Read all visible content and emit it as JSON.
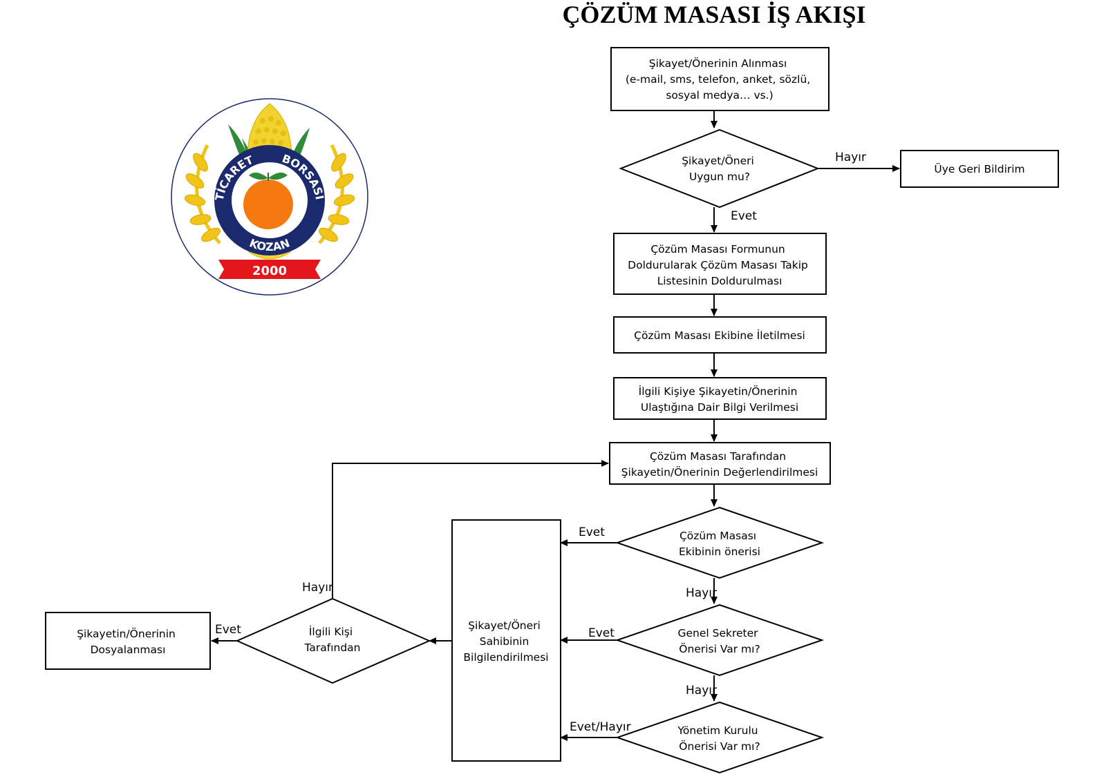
{
  "title": "ÇÖZÜM MASASI İŞ AKIŞI",
  "logo": {
    "left_arc": "TİCARET",
    "right_arc": "BORSASI",
    "bottom_arc": "KOZAN",
    "year": "2000",
    "colors": {
      "ring": "#1a2a6c",
      "fruit": "#f47a10",
      "corn": "#f2d22e",
      "wheat": "#f0c419",
      "leaf": "#2e8b3a",
      "ribbon": "#e3161b"
    }
  },
  "nodes": [
    {
      "id": "n1",
      "shape": "rect",
      "lines": [
        "Şikayet/Önerinin Alınması",
        "(e-mail, sms, telefon, anket, sözlü,",
        "sosyal medya… vs.)"
      ]
    },
    {
      "id": "n2",
      "shape": "diamond",
      "lines": [
        "Şikayet/Öneri",
        "Uygun mu?"
      ]
    },
    {
      "id": "n3",
      "shape": "rect",
      "lines": [
        "Üye Geri Bildirim"
      ]
    },
    {
      "id": "n4",
      "shape": "rect",
      "lines": [
        "Çözüm Masası Formunun",
        "Doldurularak Çözüm Masası Takip",
        "Listesinin Doldurulması"
      ]
    },
    {
      "id": "n5",
      "shape": "rect",
      "lines": [
        "Çözüm Masası Ekibine İletilmesi"
      ]
    },
    {
      "id": "n6",
      "shape": "rect",
      "lines": [
        "İlgili Kişiye Şikayetin/Önerinin",
        "Ulaştığına Dair Bilgi Verilmesi"
      ]
    },
    {
      "id": "n7",
      "shape": "rect",
      "lines": [
        "Çözüm Masası Tarafından",
        "Şikayetin/Önerinin Değerlendirilmesi"
      ]
    },
    {
      "id": "n8",
      "shape": "diamond",
      "lines": [
        "Çözüm Masası",
        "Ekibinin önerisi"
      ]
    },
    {
      "id": "n9",
      "shape": "diamond",
      "lines": [
        "Genel Sekreter",
        "Önerisi Var mı?"
      ]
    },
    {
      "id": "n10",
      "shape": "diamond",
      "lines": [
        "Yönetim Kurulu",
        "Önerisi Var mı?"
      ]
    },
    {
      "id": "n11",
      "shape": "rect",
      "lines": [
        "Şikayet/Öneri",
        "Sahibinin",
        "Bilgilendirilmesi"
      ]
    },
    {
      "id": "n12",
      "shape": "diamond",
      "lines": [
        "İlgili Kişi",
        "Tarafından"
      ]
    },
    {
      "id": "n13",
      "shape": "rect",
      "lines": [
        "Şikayetin/Önerinin",
        "Dosyalanması"
      ]
    }
  ],
  "edges": [
    {
      "id": "e1",
      "from": "n1",
      "to": "n2",
      "label": ""
    },
    {
      "id": "e2",
      "from": "n2",
      "to": "n3",
      "label": "Hayır"
    },
    {
      "id": "e3",
      "from": "n2",
      "to": "n4",
      "label": "Evet"
    },
    {
      "id": "e4",
      "from": "n4",
      "to": "n5",
      "label": ""
    },
    {
      "id": "e5",
      "from": "n5",
      "to": "n6",
      "label": ""
    },
    {
      "id": "e6",
      "from": "n6",
      "to": "n7",
      "label": ""
    },
    {
      "id": "e7",
      "from": "n7",
      "to": "n8",
      "label": ""
    },
    {
      "id": "e8",
      "from": "n8",
      "to": "n11",
      "label": "Evet"
    },
    {
      "id": "e9",
      "from": "n8",
      "to": "n9",
      "label": "Hayır"
    },
    {
      "id": "e10",
      "from": "n9",
      "to": "n11",
      "label": "Evet"
    },
    {
      "id": "e11",
      "from": "n9",
      "to": "n10",
      "label": "Hayır"
    },
    {
      "id": "e12",
      "from": "n10",
      "to": "n11",
      "label": "Evet/Hayır"
    },
    {
      "id": "e13",
      "from": "n11",
      "to": "n12",
      "label": ""
    },
    {
      "id": "e14",
      "from": "n12",
      "to": "n13",
      "label": "Evet"
    },
    {
      "id": "e15",
      "from": "n12",
      "to": "n7",
      "label": "Hayır"
    }
  ]
}
